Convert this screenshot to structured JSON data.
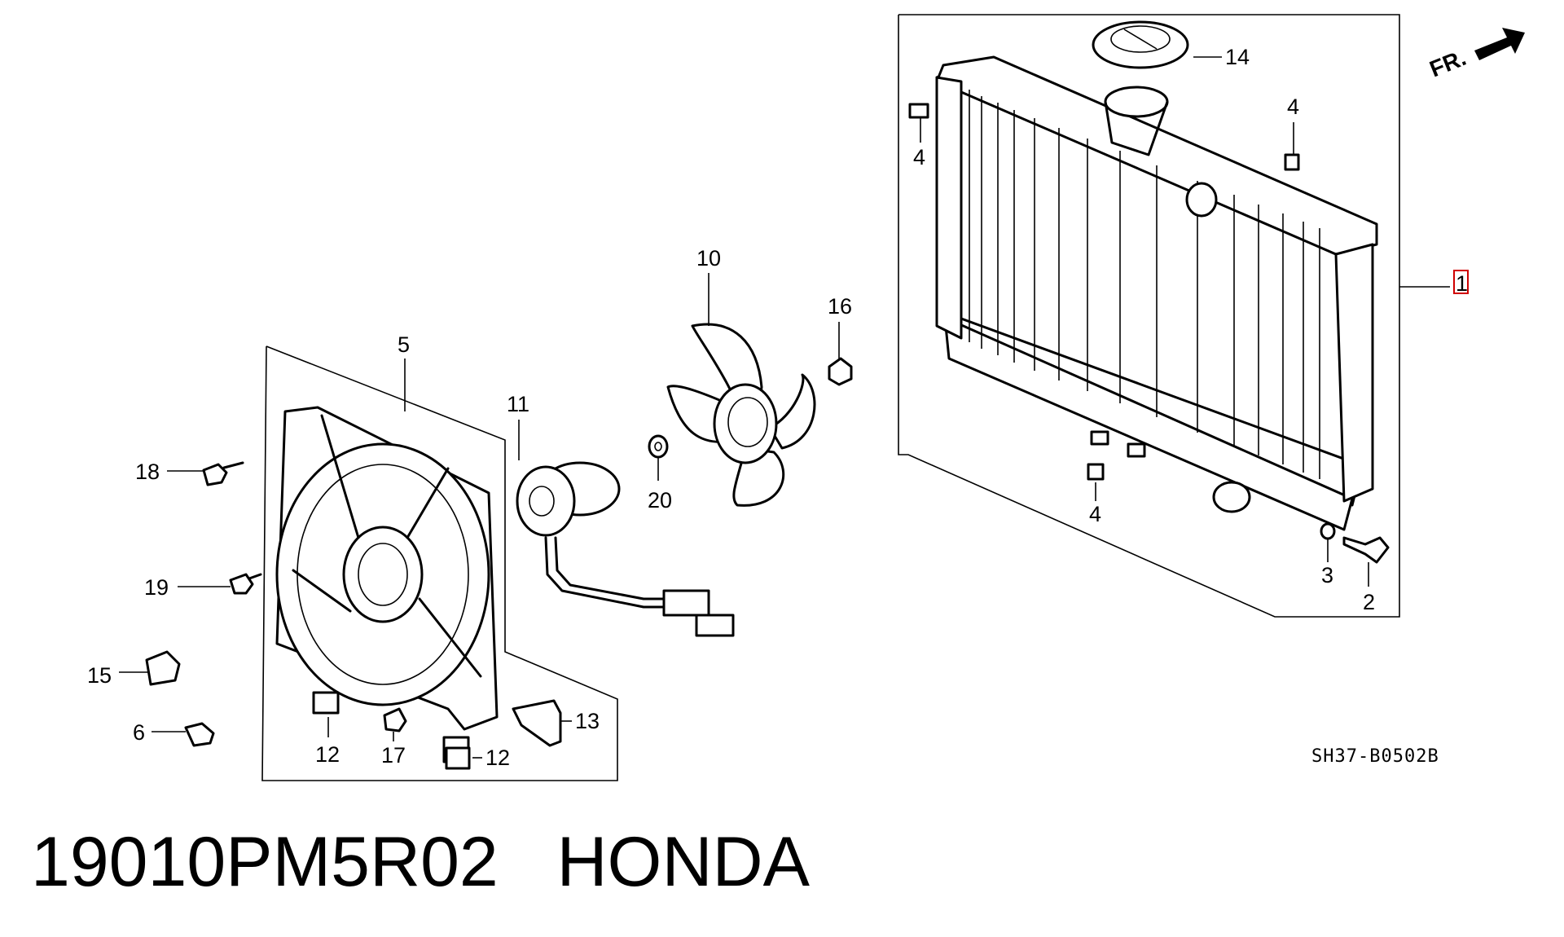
{
  "diagram": {
    "orientation_label": "FR.",
    "drawing_code": "SH37-B0502B",
    "callouts": {
      "radiator": "1",
      "drain_plug": "2",
      "drain_o_ring": "3",
      "mount_cushion_top_left": "4",
      "mount_cushion_top_right": "4",
      "mount_cushion_bottom": "4",
      "fan_shroud": "5",
      "clip": "6",
      "cooling_fan": "10",
      "fan_motor": "11",
      "shroud_clip_left": "12",
      "shroud_clip_right": "12",
      "wire_bracket": "13",
      "radiator_cap": "14",
      "harness_clip": "15",
      "fan_nut": "16",
      "shroud_bolt": "17",
      "flange_bolt_upper": "18",
      "flange_bolt_lower": "19",
      "fan_washer": "20"
    }
  },
  "footer": {
    "part_number": "19010PM5R02",
    "brand": "HONDA"
  }
}
